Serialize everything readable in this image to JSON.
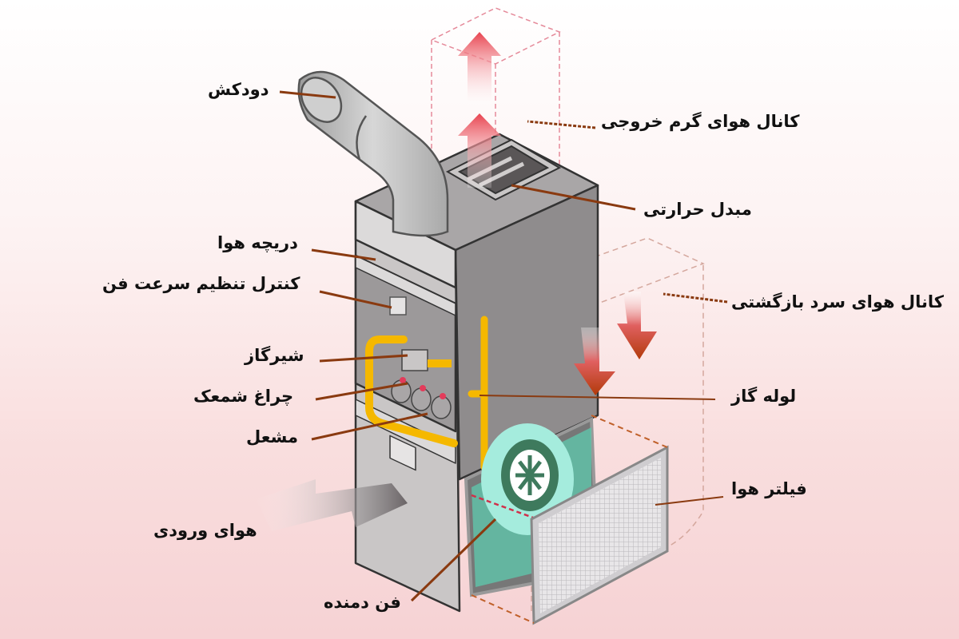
{
  "diagram": {
    "title": "Furnace components",
    "labels": {
      "chimney": "دودکش",
      "warm_air_outlet_duct": "کانال هوای گرم خروجی",
      "heat_exchanger": "مبدل حرارتی",
      "air_vent": "دریچه هوا",
      "fan_speed_control": "کنترل تنظیم سرعت فن",
      "cold_air_return_duct": "کانال هوای سرد بازگشتی",
      "gas_valve": "شیرگاز",
      "pilot_light": "چراغ شمعک",
      "gas_pipe": "لوله گاز",
      "burner": "مشعل",
      "air_filter": "فیلتر هوا",
      "inlet_air": "هوای ورودی",
      "blower_fan": "فن دمنده"
    },
    "colors": {
      "leader_line": "#8a3a10",
      "body": "#b9b6b6",
      "side": "#8f8c8d",
      "gas_pipe": "#f5b800",
      "fan": "#9fe8d8",
      "hot_arrow": "#e8505a",
      "cold_arrow": "#b83a10"
    }
  }
}
